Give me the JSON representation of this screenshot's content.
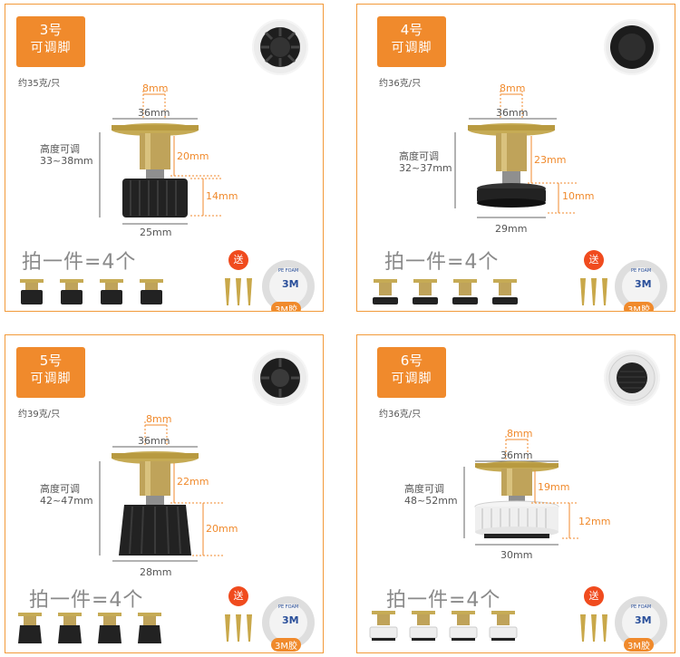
{
  "colors": {
    "accent": "#f08a2c",
    "border": "#f29a3a",
    "dim_orange": "#f08a2c",
    "dim_gray": "#666666"
  },
  "promo_text": "拍一件=4个",
  "gift_label": "送",
  "tape_label": "3M胶",
  "tape_logo": "3M",
  "tape_small": "PE FOAM",
  "products": [
    {
      "num": "3号",
      "name": "可调脚",
      "weight": "约35克/只",
      "bolt": "8mm",
      "plate": "36mm",
      "height_label": "高度可调",
      "height_range": "33~38mm",
      "stem": "20mm",
      "foot": "14mm",
      "base": "25mm",
      "foot_style": "black-cylinder"
    },
    {
      "num": "4号",
      "name": "可调脚",
      "weight": "约36克/只",
      "bolt": "8mm",
      "plate": "36mm",
      "height_label": "高度可调",
      "height_range": "32~37mm",
      "stem": "23mm",
      "foot": "10mm",
      "base": "29mm",
      "foot_style": "black-disc"
    },
    {
      "num": "5号",
      "name": "可调脚",
      "weight": "约39克/只",
      "bolt": "8mm",
      "plate": "36mm",
      "height_label": "高度可调",
      "height_range": "42~47mm",
      "stem": "22mm",
      "foot": "20mm",
      "base": "28mm",
      "foot_style": "black-cone"
    },
    {
      "num": "6号",
      "name": "可调脚",
      "weight": "约36克/只",
      "bolt": "8mm",
      "plate": "36mm",
      "height_label": "高度可调",
      "height_range": "48~52mm",
      "stem": "19mm",
      "foot": "12mm",
      "base": "30mm",
      "foot_style": "white-disc"
    }
  ]
}
